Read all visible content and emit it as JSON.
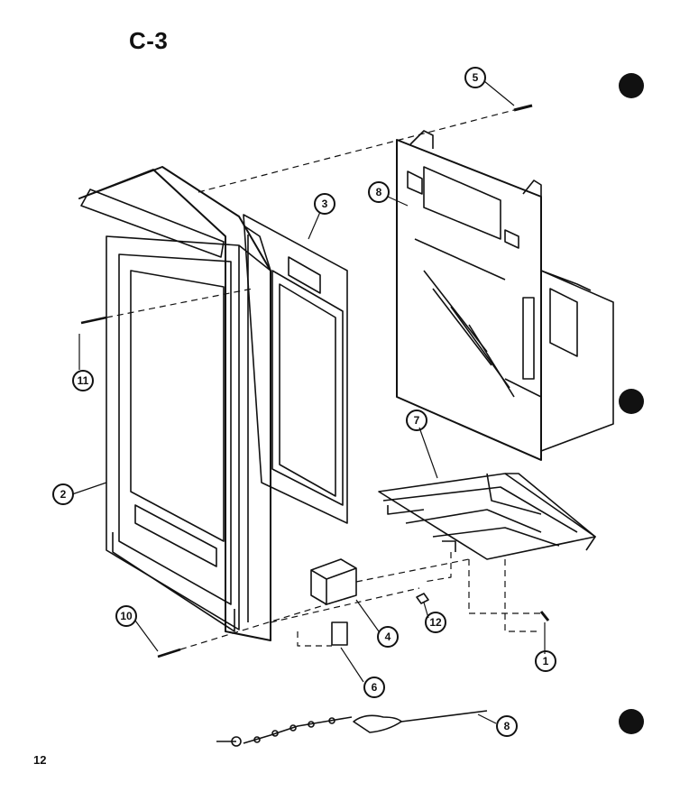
{
  "page": {
    "title": "C-3",
    "page_number": "12"
  },
  "callouts": [
    {
      "id": "callout-1",
      "label": "1"
    },
    {
      "id": "callout-2",
      "label": "2"
    },
    {
      "id": "callout-3",
      "label": "3"
    },
    {
      "id": "callout-4",
      "label": "4"
    },
    {
      "id": "callout-5",
      "label": "5"
    },
    {
      "id": "callout-6",
      "label": "6"
    },
    {
      "id": "callout-7",
      "label": "7"
    },
    {
      "id": "callout-8a",
      "label": "8"
    },
    {
      "id": "callout-8b",
      "label": "8"
    },
    {
      "id": "callout-10",
      "label": "10"
    },
    {
      "id": "callout-11",
      "label": "11"
    },
    {
      "id": "callout-12",
      "label": "12"
    }
  ],
  "colors": {
    "ink": "#111111",
    "paper": "#ffffff"
  }
}
